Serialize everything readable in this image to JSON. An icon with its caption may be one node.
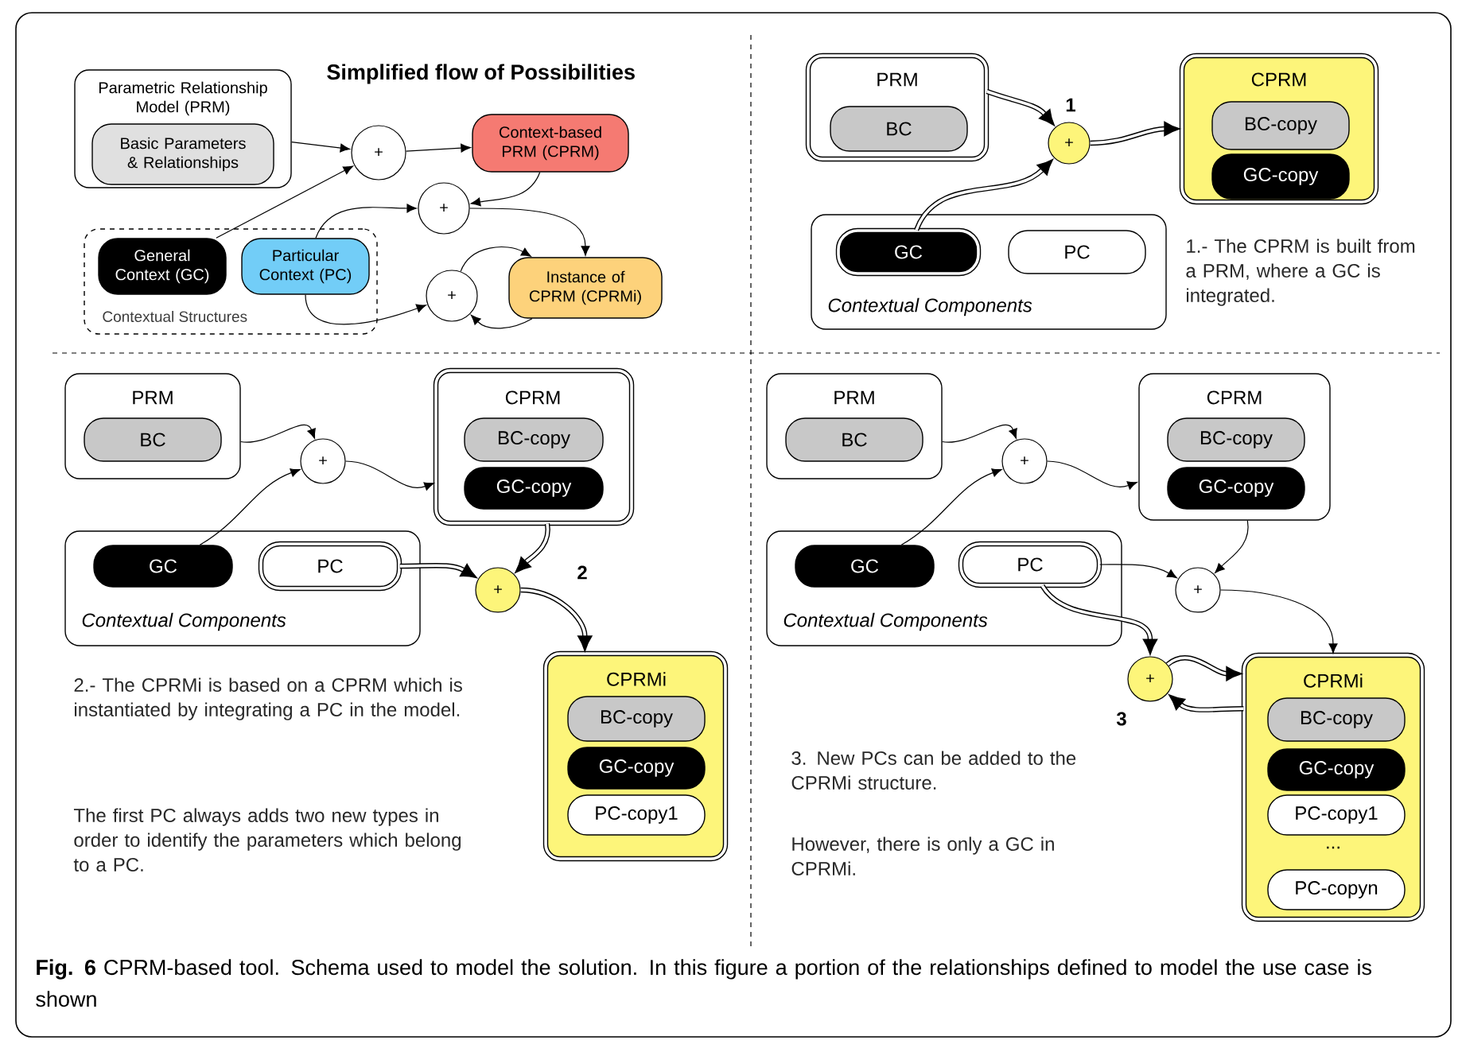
{
  "diagram": {
    "caption": "**Fig. 6** CPRM-based tool. Schema used to model the solution. In this figure a portion of the relationships defined to model the use case is shown",
    "nodes": [
      {
        "text": [
          "Parametric Relationship Model (PRM)"
        ]
      },
      {
        "text": [
          "Basic Parameters & Relationships"
        ],
        "in": 0
      },
      {
        "text": [
          "+"
        ]
      },
      {
        "text": [
          "Context-based PRM (CPRM)"
        ]
      },
      {
        "text": [
          "+"
        ]
      },
      {
        "text": [
          "Contextual Structures"
        ]
      },
      {
        "text": [
          "General Context (GC)"
        ],
        "in": 5
      },
      {
        "text": [
          "Particular Context (PC)"
        ],
        "in": 5
      },
      {
        "text": [
          "+"
        ]
      },
      {
        "text": [
          "Instance of CPRM (CPRMi)"
        ]
      },
      {
        "text": [
          "PRM"
        ]
      },
      {
        "text": [
          "BC"
        ],
        "in": 10
      },
      {
        "text": [
          "+"
        ],
        "beside": [
          "1"
        ]
      },
      {
        "text": [
          "CPRM"
        ]
      },
      {
        "text": [
          "BC-copy"
        ],
        "in": 13
      },
      {
        "text": [
          "GC-copy"
        ],
        "in": 13
      },
      {
        "text": [
          "Contextual Components"
        ]
      },
      {
        "text": [
          "GC"
        ],
        "in": 16
      },
      {
        "text": [
          "PC"
        ],
        "in": 16
      },
      {
        "text": [
          "PRM"
        ]
      },
      {
        "text": [
          "BC"
        ],
        "in": 19
      },
      {
        "text": [
          "+"
        ]
      },
      {
        "text": [
          "CPRM"
        ]
      },
      {
        "text": [
          "BC-copy"
        ],
        "in": 22
      },
      {
        "text": [
          "GC-copy"
        ],
        "in": 22
      },
      {
        "text": [
          "Contextual Components"
        ]
      },
      {
        "text": [
          "GC"
        ],
        "in": 25
      },
      {
        "text": [
          "PC"
        ],
        "in": 25
      },
      {
        "text": [
          "+"
        ],
        "beside": [
          "2"
        ]
      },
      {
        "text": [
          "CPRMi"
        ]
      },
      {
        "text": [
          "BC-copy"
        ],
        "in": 29
      },
      {
        "text": [
          "GC-copy"
        ],
        "in": 29
      },
      {
        "text": [
          "PC-copy1"
        ],
        "in": 29
      },
      {
        "text": [
          "PRM"
        ]
      },
      {
        "text": [
          "BC"
        ],
        "in": 33
      },
      {
        "text": [
          "+"
        ]
      },
      {
        "text": [
          "CPRM"
        ]
      },
      {
        "text": [
          "BC-copy"
        ],
        "in": 36
      },
      {
        "text": [
          "GC-copy"
        ],
        "in": 36
      },
      {
        "text": [
          "Contextual Components"
        ]
      },
      {
        "text": [
          "GC"
        ],
        "in": 39
      },
      {
        "text": [
          "PC"
        ],
        "in": 39
      },
      {
        "text": [
          "+"
        ]
      },
      {
        "text": [
          "+"
        ],
        "beside": [
          "3"
        ]
      },
      {
        "text": [
          "CPRMi",
          "..."
        ]
      },
      {
        "text": [
          "BC-copy"
        ],
        "in": 44
      },
      {
        "text": [
          "GC-copy"
        ],
        "in": 44
      },
      {
        "text": [
          "PC-copy1"
        ],
        "in": 44
      },
      {
        "text": [
          "PC-copyn"
        ],
        "in": 44
      }
    ],
    "edges": [
      {
        "from": 0,
        "to": 2,
        "arrow": "to"
      },
      {
        "from": 6,
        "to": 2,
        "arrow": "to"
      },
      {
        "from": 2,
        "to": 3,
        "arrow": "to"
      },
      {
        "from": 3,
        "to": 4,
        "arrow": "to"
      },
      {
        "from": 7,
        "to": 4,
        "arrow": "to"
      },
      {
        "from": 4,
        "to": 9,
        "arrow": "to"
      },
      {
        "from": 7,
        "to": 8,
        "arrow": "to"
      },
      {
        "from": 9,
        "to": 8,
        "arrow": "to"
      },
      {
        "from": 8,
        "to": 9,
        "arrow": "to"
      },
      {
        "from": 10,
        "to": 12,
        "arrow": "to",
        "style": "thick"
      },
      {
        "from": 17,
        "to": 12,
        "arrow": "to",
        "style": "thick"
      },
      {
        "from": 12,
        "to": 13,
        "arrow": "to",
        "style": "thick"
      },
      {
        "from": 19,
        "to": 21,
        "arrow": "to"
      },
      {
        "from": 26,
        "to": 21,
        "arrow": "to"
      },
      {
        "from": 21,
        "to": 22,
        "arrow": "to"
      },
      {
        "from": 22,
        "to": 28,
        "arrow": "to",
        "style": "thick"
      },
      {
        "from": 27,
        "to": 28,
        "arrow": "to",
        "style": "thick"
      },
      {
        "from": 28,
        "to": 29,
        "arrow": "to",
        "style": "thick"
      },
      {
        "from": 33,
        "to": 35,
        "arrow": "to"
      },
      {
        "from": 40,
        "to": 35,
        "arrow": "to"
      },
      {
        "from": 35,
        "to": 36,
        "arrow": "to"
      },
      {
        "from": 36,
        "to": 42,
        "arrow": "to"
      },
      {
        "from": 41,
        "to": 42,
        "arrow": "to"
      },
      {
        "from": 42,
        "to": 44,
        "arrow": "to"
      },
      {
        "from": 41,
        "to": 43,
        "arrow": "to",
        "style": "thick"
      },
      {
        "from": 43,
        "to": 44,
        "arrow": "to",
        "style": "thick"
      },
      {
        "from": 44,
        "to": 43,
        "arrow": "to",
        "style": "thick"
      }
    ],
    "labels": [
      "Simplified flow of Possibilities",
      "1.- The CPRM is built from a PRM, where a GC is integrated.",
      "2.- The CPRMi is based on a CPRM which is instantiated by integrating a PC in the model.",
      "The first PC always adds two new types in order to identify the parameters which belong to a PC.",
      "3. New PCs can be added to the CPRMi structure.",
      "However, there is only a GC in CPRMi."
    ]
  }
}
